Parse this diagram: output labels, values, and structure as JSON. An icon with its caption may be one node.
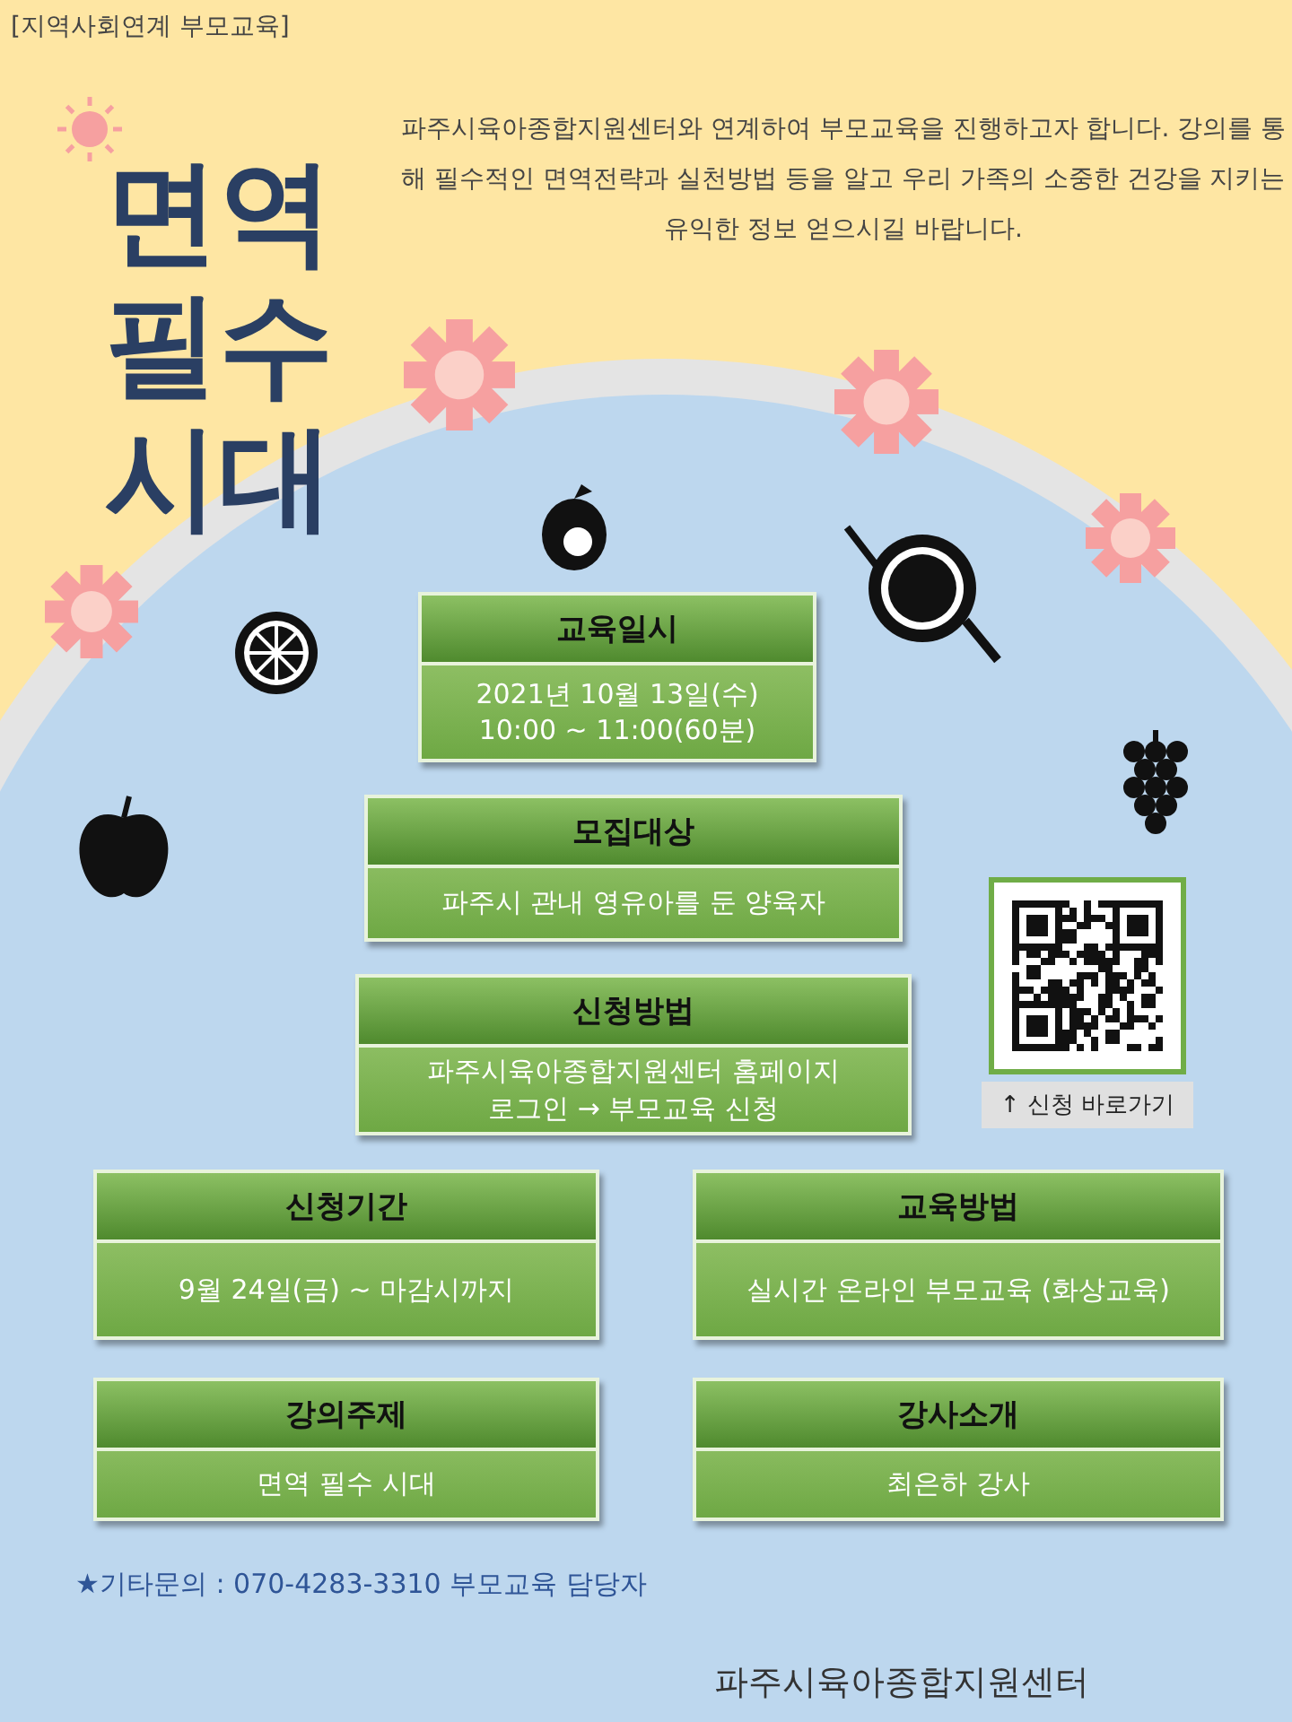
{
  "diagram": {
    "title": "면역 필수 시대",
    "nodes": [
      {
        "text": [
          "교육일시",
          "2021년 10월 13일(수) 10:00 ~ 11:00(60분)"
        ]
      },
      {
        "text": [
          "모집대상",
          "파주시 관내 영유아를 둔 양육자"
        ]
      },
      {
        "text": [
          "신청방법",
          "파주시육아종합지원센터 홈페이지 로그인 → 부모교육 신청"
        ]
      },
      {
        "text": [],
        "shape": "picture",
        "beside": [
          "↑ 신청 바로가기"
        ]
      },
      {
        "text": [
          "신청기간",
          "9월 24일(금) ~ 마감시까지"
        ]
      },
      {
        "text": [
          "교육방법",
          "실시간 온라인 부모교육 (화상교육)"
        ]
      },
      {
        "text": [
          "강의주제",
          "면역 필수 시대"
        ]
      },
      {
        "text": [
          "강사소개",
          "최은하 강사"
        ]
      }
    ],
    "labels": [
      "[지역사회연계 부모교육]",
      "파주시육아종합지원센터와 연계하여 부모교육을 진행하고자 합니다. 강의를 통해 필수적인 면역전략과 실천방법 등을 알고 우리 가족의 소중한 건강을 지키는 유익한 정보 얻으시길 바랍니다.",
      "★기타문의 : 070-4283-3310 부모교육 담당자",
      "파주시육아종합지원센터"
    ]
  }
}
